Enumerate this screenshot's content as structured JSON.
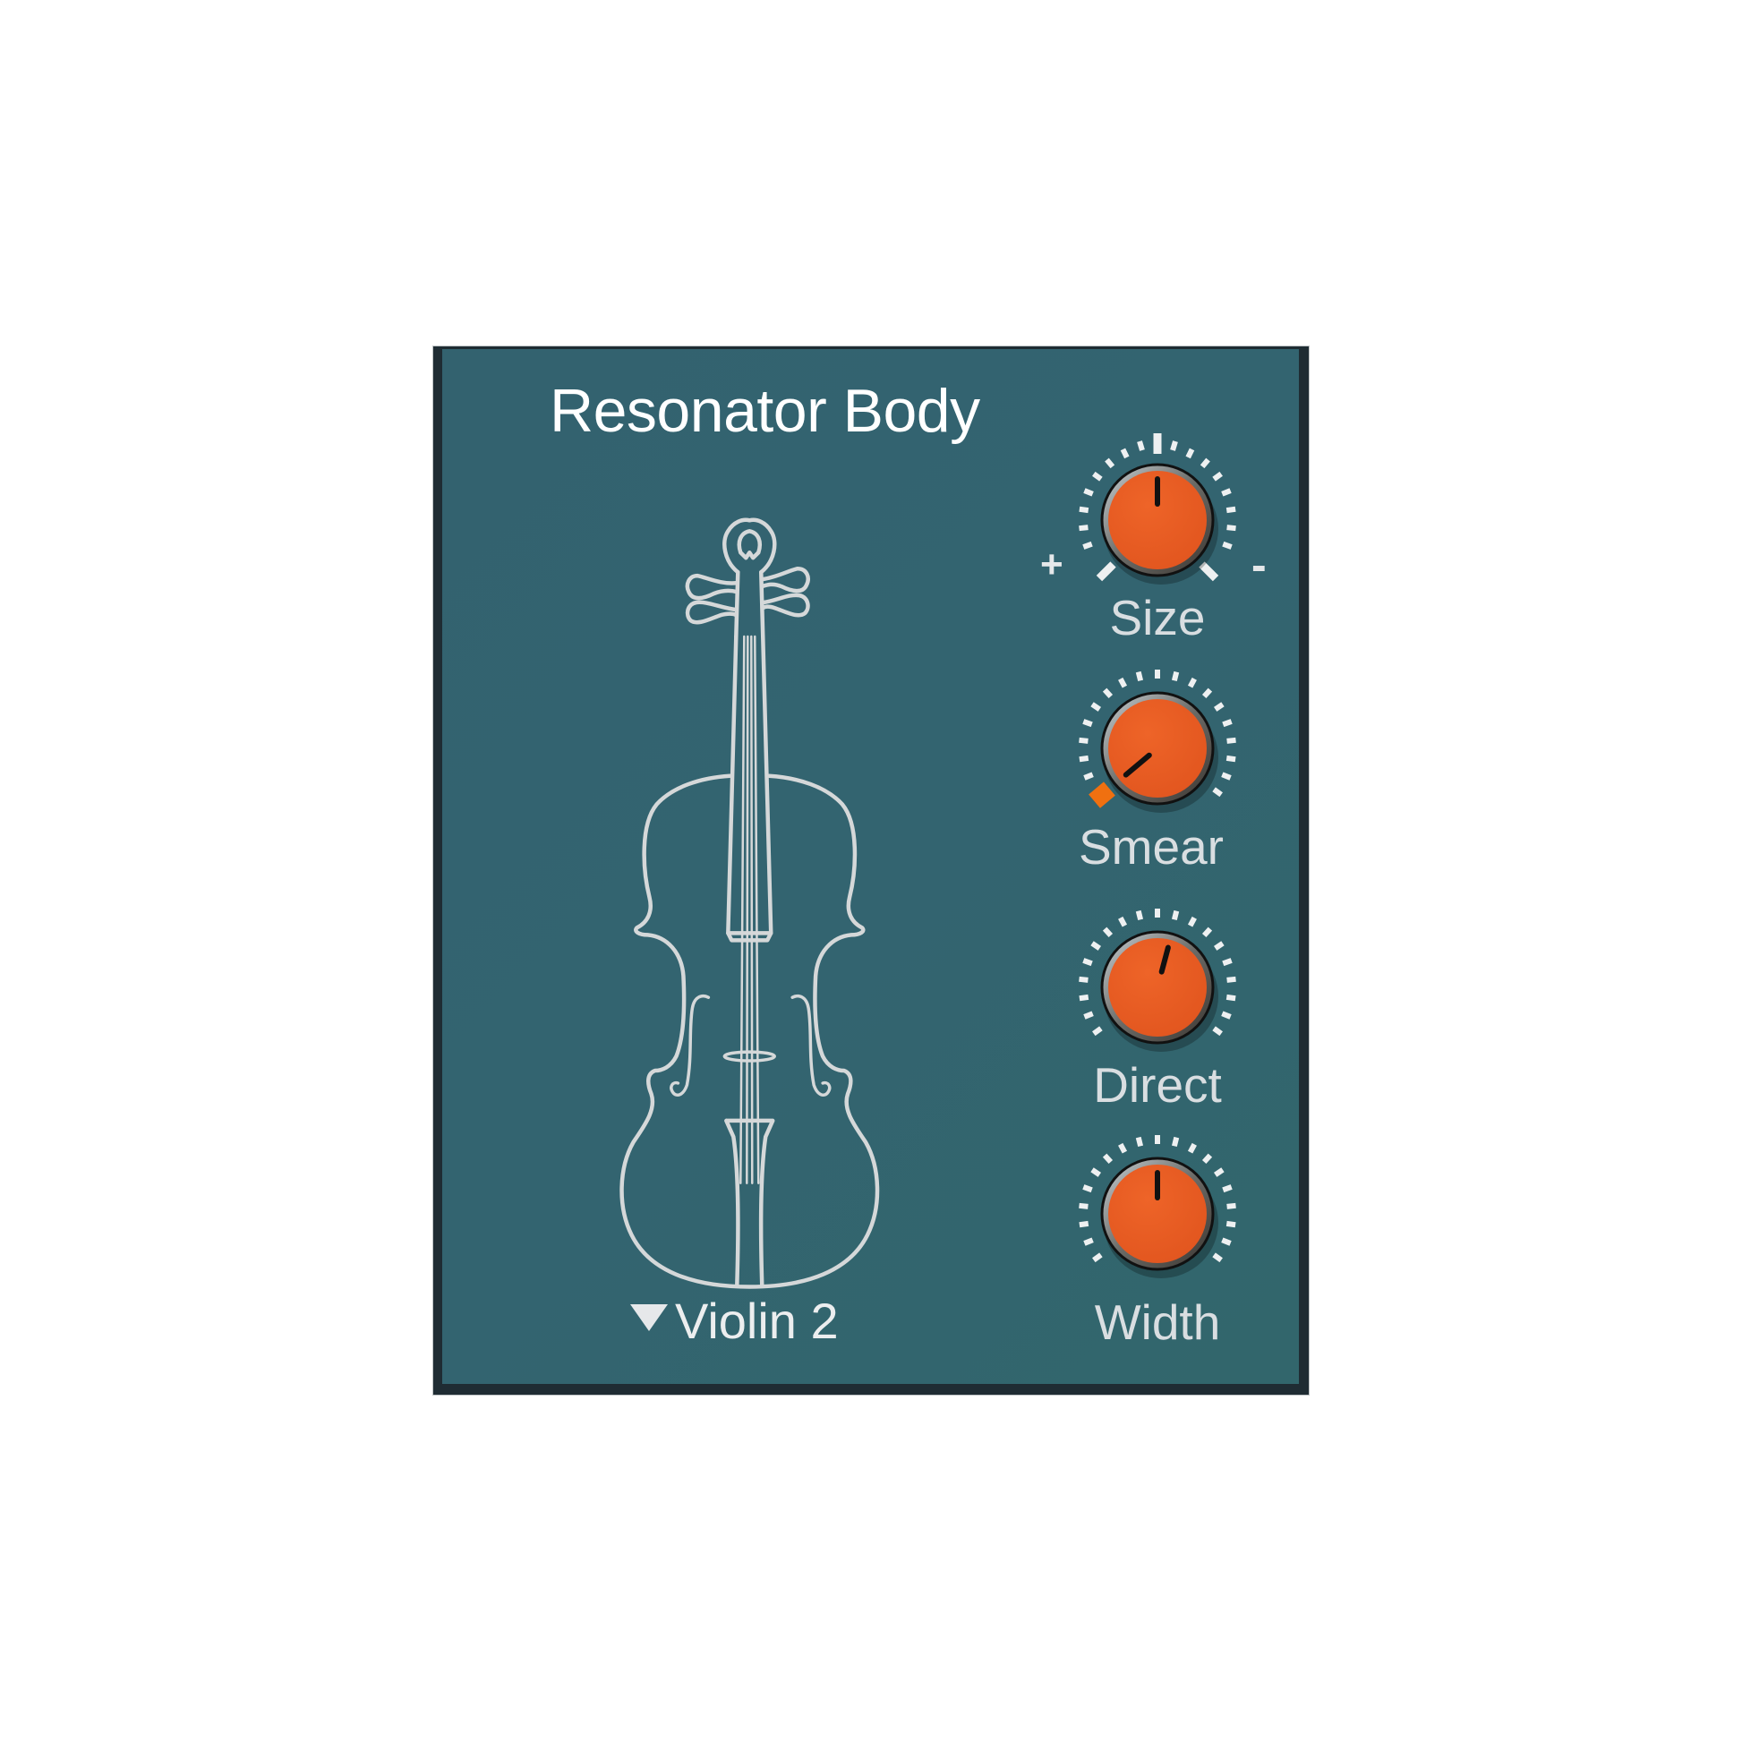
{
  "panel": {
    "title": "Resonator Body",
    "background_color": "#33636e",
    "accent_color": "#e95a22"
  },
  "instrument": {
    "illustration": "violin-outline",
    "preset": {
      "selected": "Violin 2",
      "icon": "triangle-down-icon"
    }
  },
  "knobs": [
    {
      "id": "size",
      "label": "Size",
      "pointer_angle_deg": 0,
      "min_label": "+",
      "max_label": "-"
    },
    {
      "id": "smear",
      "label": "Smear",
      "pointer_angle_deg": -135,
      "at_minimum": true
    },
    {
      "id": "direct",
      "label": "Direct",
      "pointer_angle_deg": 15
    },
    {
      "id": "width",
      "label": "Width",
      "pointer_angle_deg": 0
    }
  ]
}
